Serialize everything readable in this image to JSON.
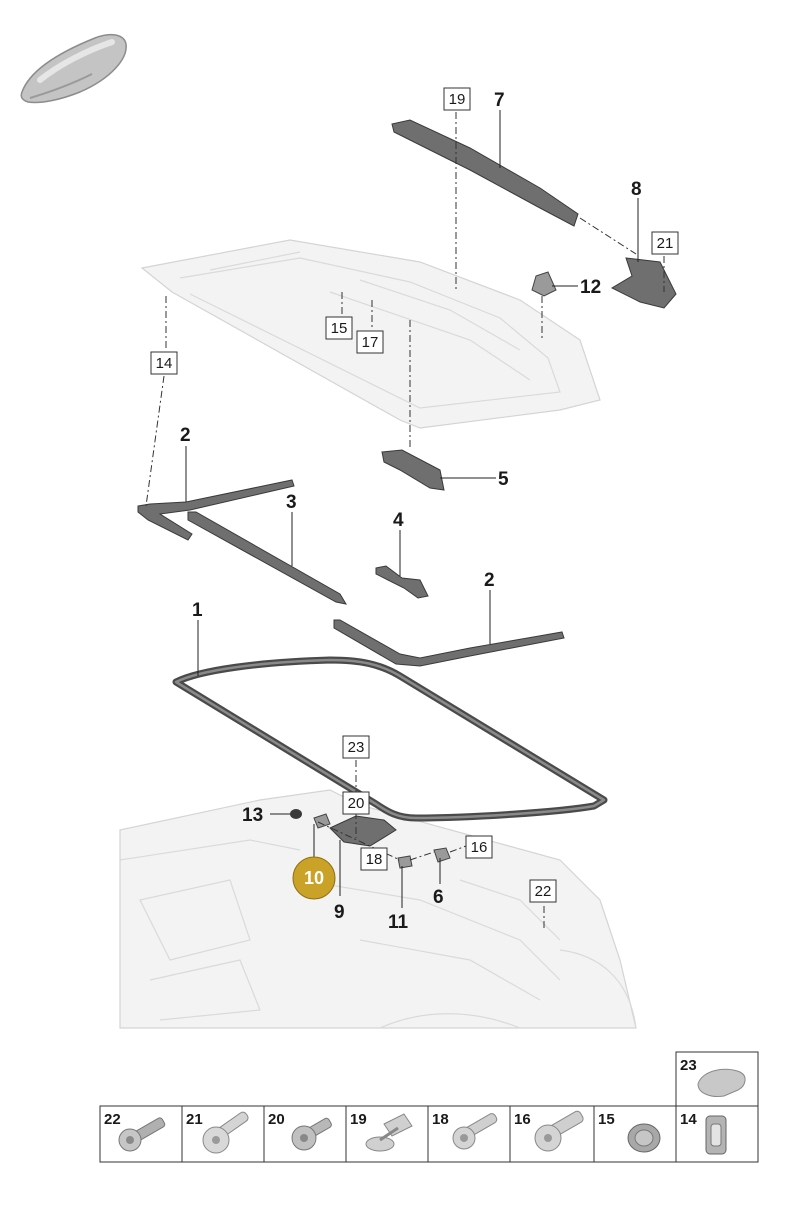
{
  "callouts": {
    "c1": "1",
    "c2a": "2",
    "c2b": "2",
    "c3": "3",
    "c4": "4",
    "c5": "5",
    "c6": "6",
    "c7": "7",
    "c8": "8",
    "c9": "9",
    "c10": "10",
    "c11": "11",
    "c12": "12",
    "c13": "13"
  },
  "boxed_callouts": {
    "b14": "14",
    "b15": "15",
    "b16": "16",
    "b17": "17",
    "b18": "18",
    "b19": "19",
    "b20": "20",
    "b21": "21",
    "b22": "22",
    "b23": "23"
  },
  "highlight": {
    "label": "10",
    "color": "#c9a227"
  },
  "legend": {
    "row1": [
      "22",
      "21",
      "20",
      "19",
      "18",
      "16",
      "15",
      "14"
    ],
    "extra": "23"
  },
  "colors": {
    "part": "#6f6f6f",
    "ghost": "#f3f3f3",
    "highlight": "#c9a227"
  }
}
